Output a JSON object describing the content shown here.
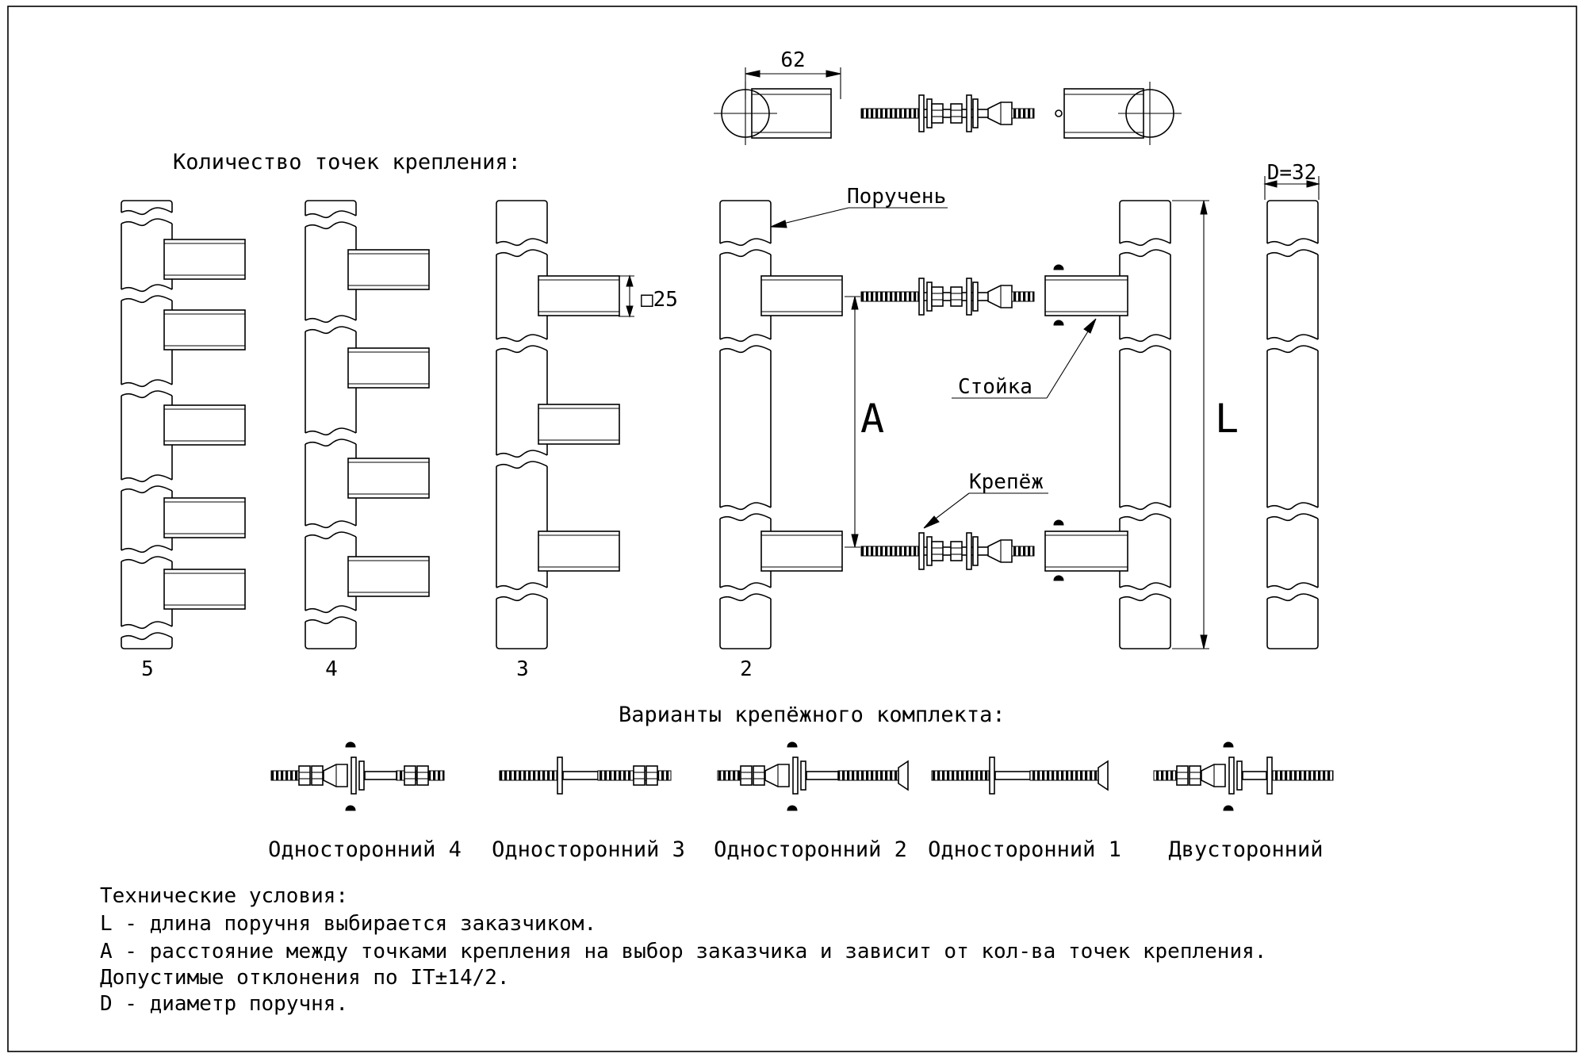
{
  "colors": {
    "line": "#000000",
    "background": "#ffffff"
  },
  "dims": {
    "top_width": "62",
    "diameter": "D=32",
    "square": "□25",
    "spacing": "A",
    "length": "L"
  },
  "labels": {
    "mount_points_title": "Количество точек крепления:",
    "handrail": "Поручень",
    "post": "Стойка",
    "fastener": "Крепёж",
    "kit_variants_title": "Варианты крепёжного комплекта:"
  },
  "mount_counts": [
    "5",
    "4",
    "3",
    "2"
  ],
  "kits": [
    "Односторонний 4",
    "Односторонний 3",
    "Односторонний 2",
    "Односторонний 1",
    "Двусторонний"
  ],
  "notes": [
    "Технические условия:",
    "L - длина поручня выбирается заказчиком.",
    "A - расстояние между точками крепления на выбор заказчика и зависит от кол-ва точек крепления.",
    "Допустимые отклонения по IT±14/2.",
    "D - диаметр поручня."
  ]
}
